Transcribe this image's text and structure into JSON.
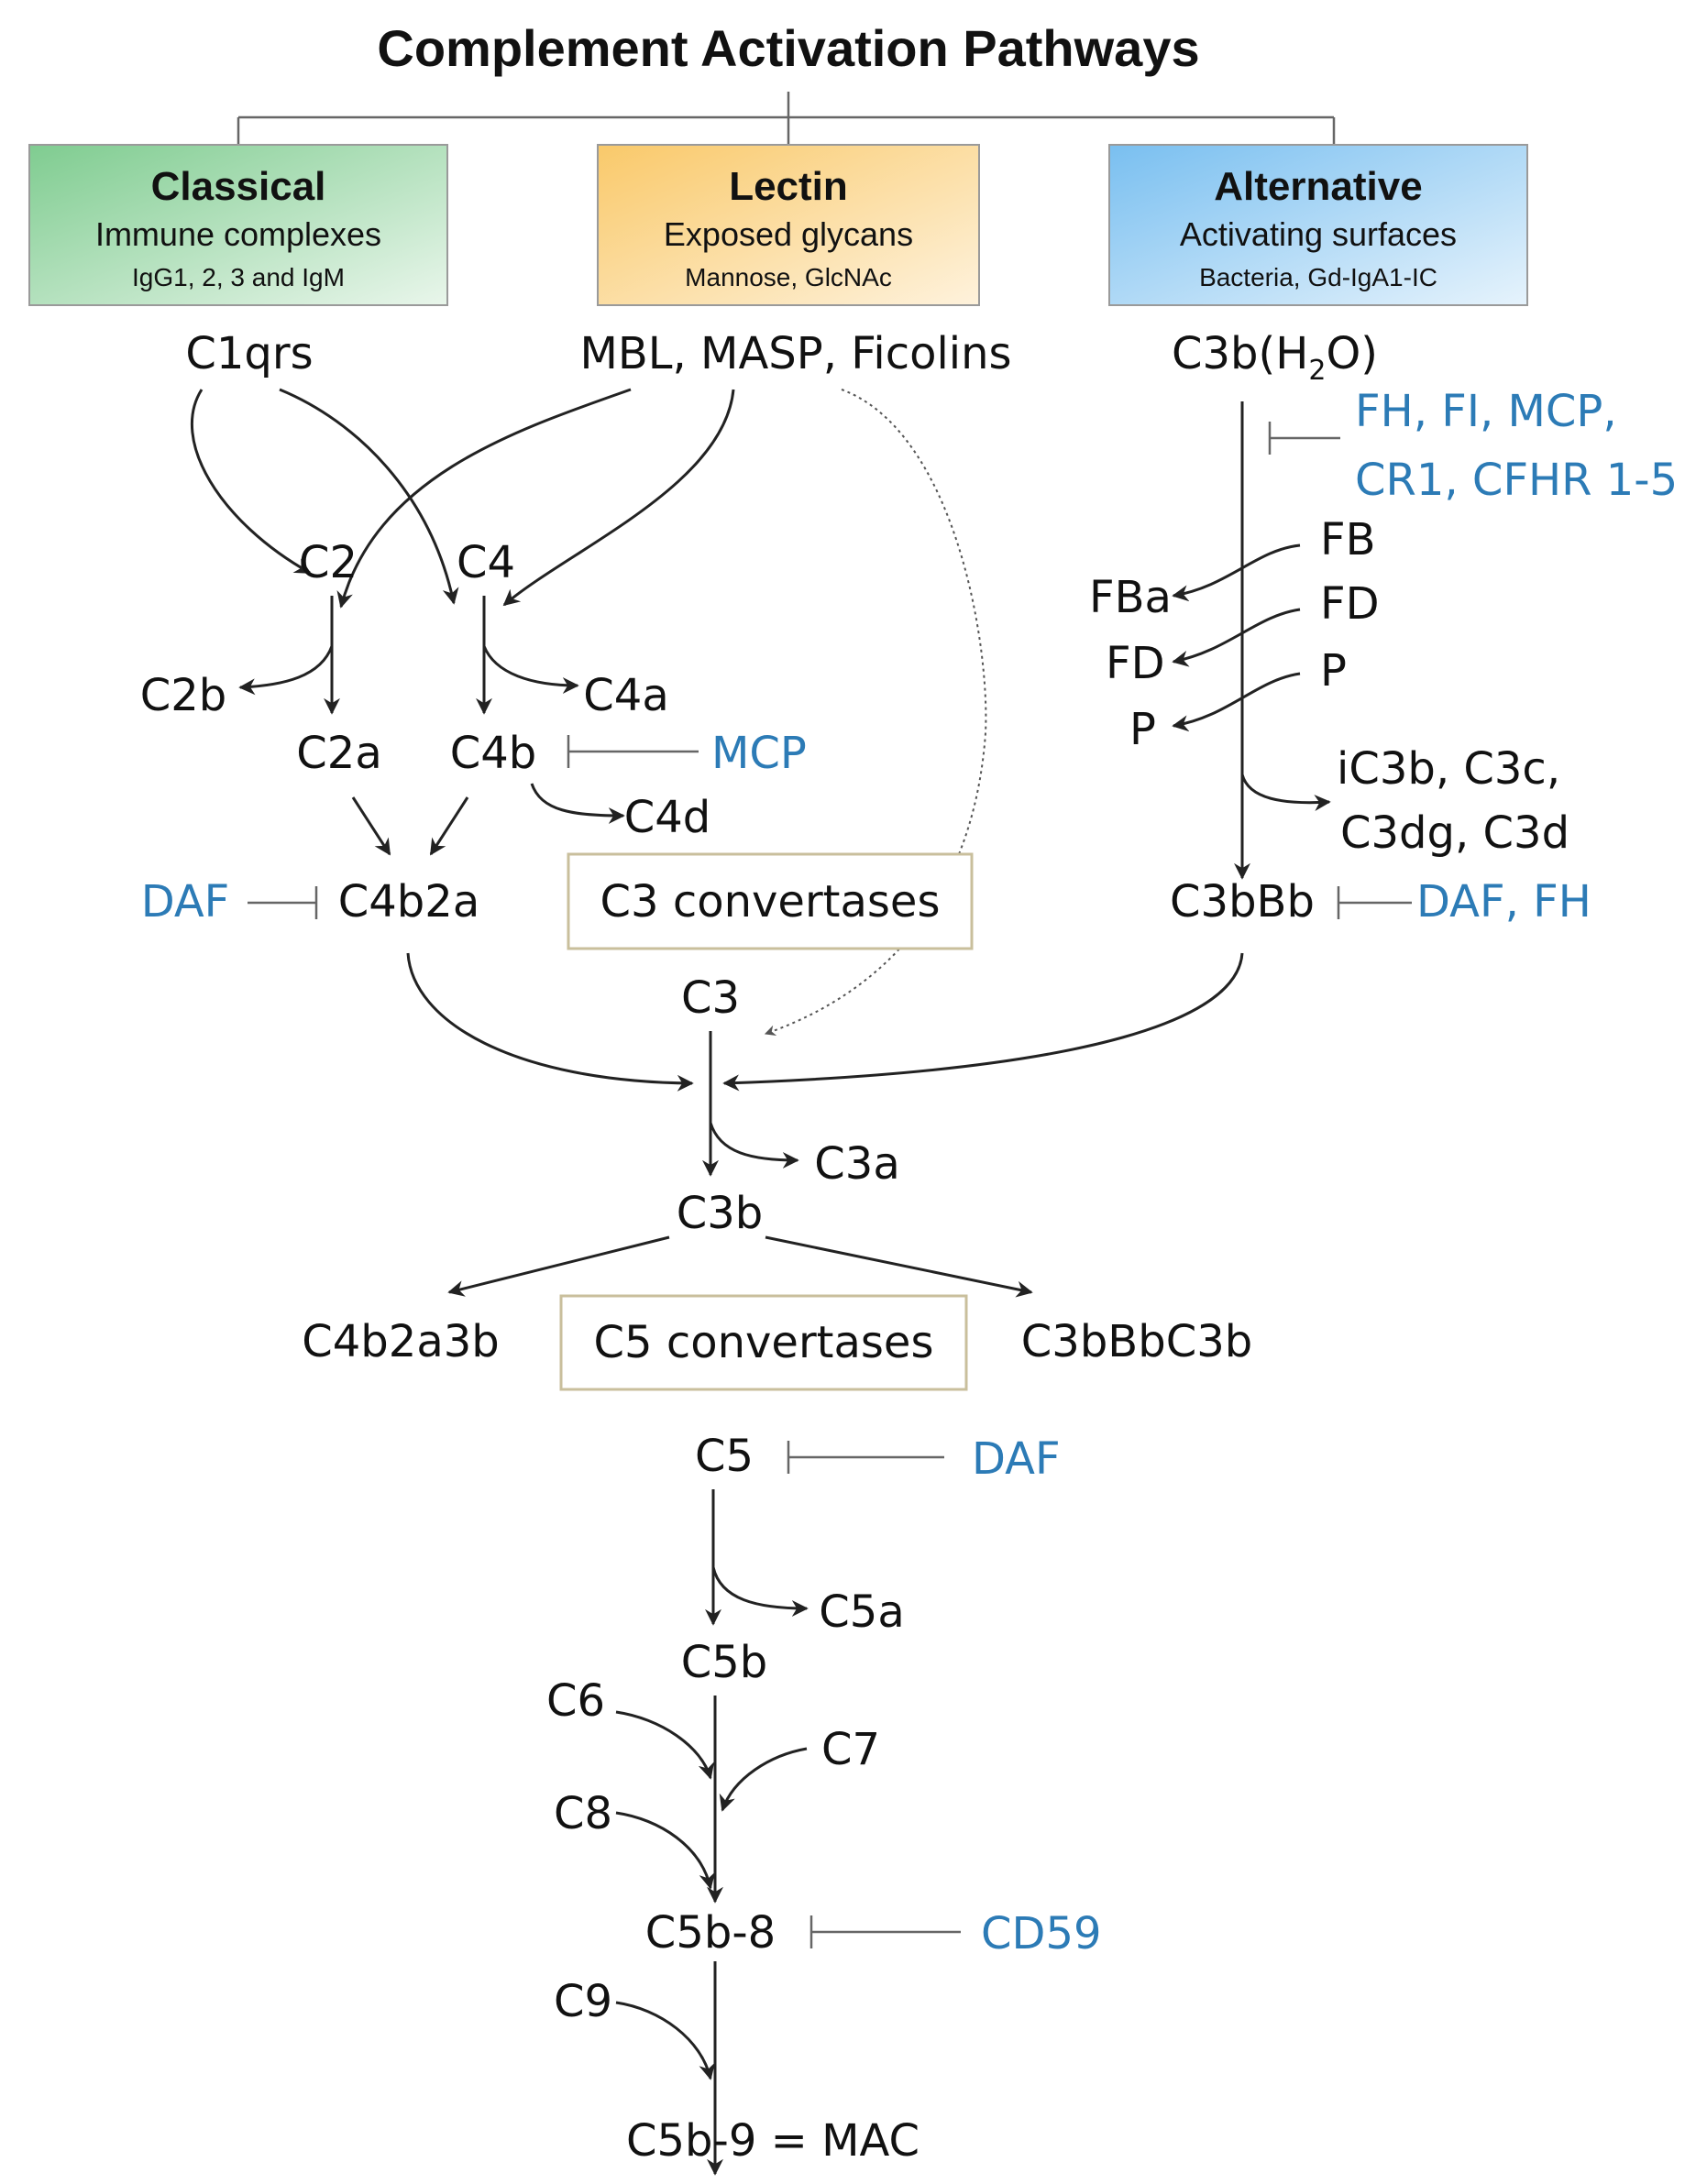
{
  "title": "Complement Activation Pathways",
  "colors": {
    "classical_fill": "#b5e1bf",
    "lectin_fill": "#fce0a6",
    "alternative_fill": "#b8ddf5",
    "inhibitor_text": "#2c7bb6",
    "convertase_border": "#c9bf9c"
  },
  "pathways": {
    "classical": {
      "name": "Classical",
      "line1": "Immune complexes",
      "line2": "IgG1, 2, 3 and IgM"
    },
    "lectin": {
      "name": "Lectin",
      "line1": "Exposed glycans",
      "line2": "Mannose, GlcNAc"
    },
    "alternative": {
      "name": "Alternative",
      "line1": "Activating surfaces",
      "line2": "Bacteria, Gd-IgA1-IC"
    }
  },
  "nodes": {
    "c1qrs": "C1qrs",
    "mbl": "MBL, MASP, Ficolins",
    "c3bh2o_main": "C3b(H",
    "c3bh2o_sub": "2",
    "c3bh2o_end": "O)",
    "c2": "C2",
    "c4": "C4",
    "c2b": "C2b",
    "c4a": "C4a",
    "c2a": "C2a",
    "c4b": "C4b",
    "c4d": "C4d",
    "c4b2a": "C4b2a",
    "fb": "FB",
    "fba": "FBa",
    "fd_in": "FD",
    "fd_out": "FD",
    "p_in": "P",
    "p_out": "P",
    "ic3b_line1": "iC3b, C3c,",
    "ic3b_line2": "C3dg, C3d",
    "c3bbb": "C3bBb",
    "c3": "C3",
    "c3a": "C3a",
    "c3b": "C3b",
    "c4b2a3b": "C4b2a3b",
    "c3bbbc3b": "C3bBbC3b",
    "c5": "C5",
    "c5a": "C5a",
    "c5b": "C5b",
    "c6": "C6",
    "c7": "C7",
    "c8": "C8",
    "c5b8": "C5b-8",
    "c9": "C9",
    "mac": "C5b-9 = MAC"
  },
  "inhibitors": {
    "alt_line1": "FH, FI, MCP,",
    "alt_line2": "CR1, CFHR 1-5",
    "mcp": "MCP",
    "daf_left": "DAF",
    "daf_fh": "DAF, FH",
    "daf_c5": "DAF",
    "cd59": "CD59"
  },
  "convertases": {
    "c3": "C3 convertases",
    "c5": "C5 convertases"
  }
}
